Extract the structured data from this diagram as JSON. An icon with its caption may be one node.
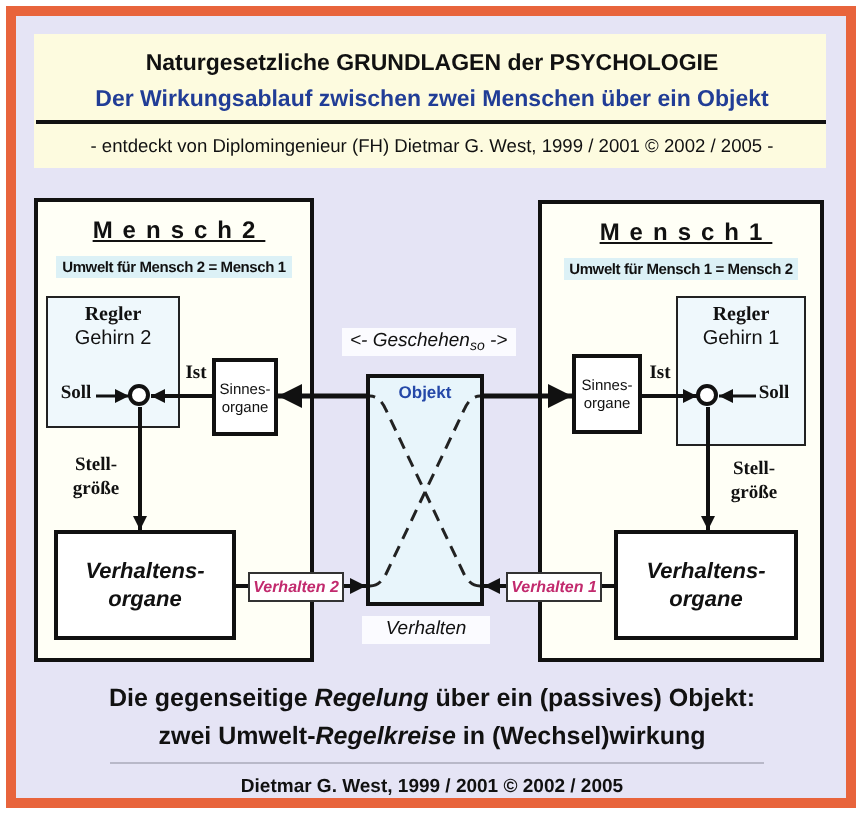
{
  "diagram": {
    "title": "Naturgesetzliche GRUNDLAGEN der PSYCHOLOGIE",
    "caption": "Die gegenseitige *Regelung* über ein (passives) Objekt: zwei Umwelt-*Regelkreise* in (Wechsel)wirkung",
    "nodes": [
      {
        "text": [
          "Mensch2",
          "Umwelt für Mensch 2 = Mensch 1"
        ]
      },
      {
        "text": [
          "Regler",
          "Gehirn 2"
        ],
        "in": 0
      },
      {
        "text": [
          "Soll"
        ],
        "in": 1
      },
      {
        "text": [],
        "shape": "circle",
        "in": 1
      },
      {
        "text": [
          "Sinnes- organe"
        ],
        "in": 0
      },
      {
        "text": [
          "Verhaltens- organe"
        ],
        "in": 0
      },
      {
        "text": [
          "Objekt"
        ],
        "beside": [
          "Verhalten"
        ]
      },
      {
        "text": [
          "Mensch1",
          "Umwelt für Mensch 1 = Mensch 2"
        ]
      },
      {
        "text": [
          "Sinnes- organe"
        ],
        "in": 7
      },
      {
        "text": [
          "Regler",
          "Gehirn 1"
        ],
        "in": 7
      },
      {
        "text": [],
        "shape": "circle",
        "in": 9
      },
      {
        "text": [
          "Soll"
        ],
        "in": 9
      },
      {
        "text": [
          "Verhaltens- organe"
        ],
        "in": 7
      },
      {
        "text": [
          "Verhalten 2"
        ]
      },
      {
        "text": [
          "Verhalten 1"
        ]
      }
    ],
    "edges": [
      {
        "from": 2,
        "to": 3,
        "arrow": "to"
      },
      {
        "from": 4,
        "to": 3,
        "arrow": "to",
        "label": "Ist"
      },
      {
        "from": 6,
        "to": 4,
        "arrow": "to"
      },
      {
        "from": 3,
        "to": 5,
        "arrow": "to",
        "label": "Stell- größe"
      },
      {
        "from": 5,
        "to": 13,
        "arrow": "none"
      },
      {
        "from": 13,
        "to": 6,
        "arrow": "to"
      },
      {
        "from": 11,
        "to": 10,
        "arrow": "to"
      },
      {
        "from": 8,
        "to": 10,
        "arrow": "to",
        "label": "Ist"
      },
      {
        "from": 6,
        "to": 8,
        "arrow": "to"
      },
      {
        "from": 10,
        "to": 12,
        "arrow": "to",
        "label": "Stell- größe"
      },
      {
        "from": 12,
        "to": 14,
        "arrow": "none"
      },
      {
        "from": 14,
        "to": 6,
        "arrow": "to"
      }
    ],
    "labels": [
      "Der Wirkungsablauf zwischen zwei Menschen über ein Objekt",
      "- entdeckt von Diplomingenieur (FH) Dietmar G. West, 1999 / 2001 © 2002 / 2005 -",
      "<- Geschehen$_{so}$ ->",
      "Dietmar G. West, 1999 / 2001 © 2002 / 2005"
    ]
  }
}
